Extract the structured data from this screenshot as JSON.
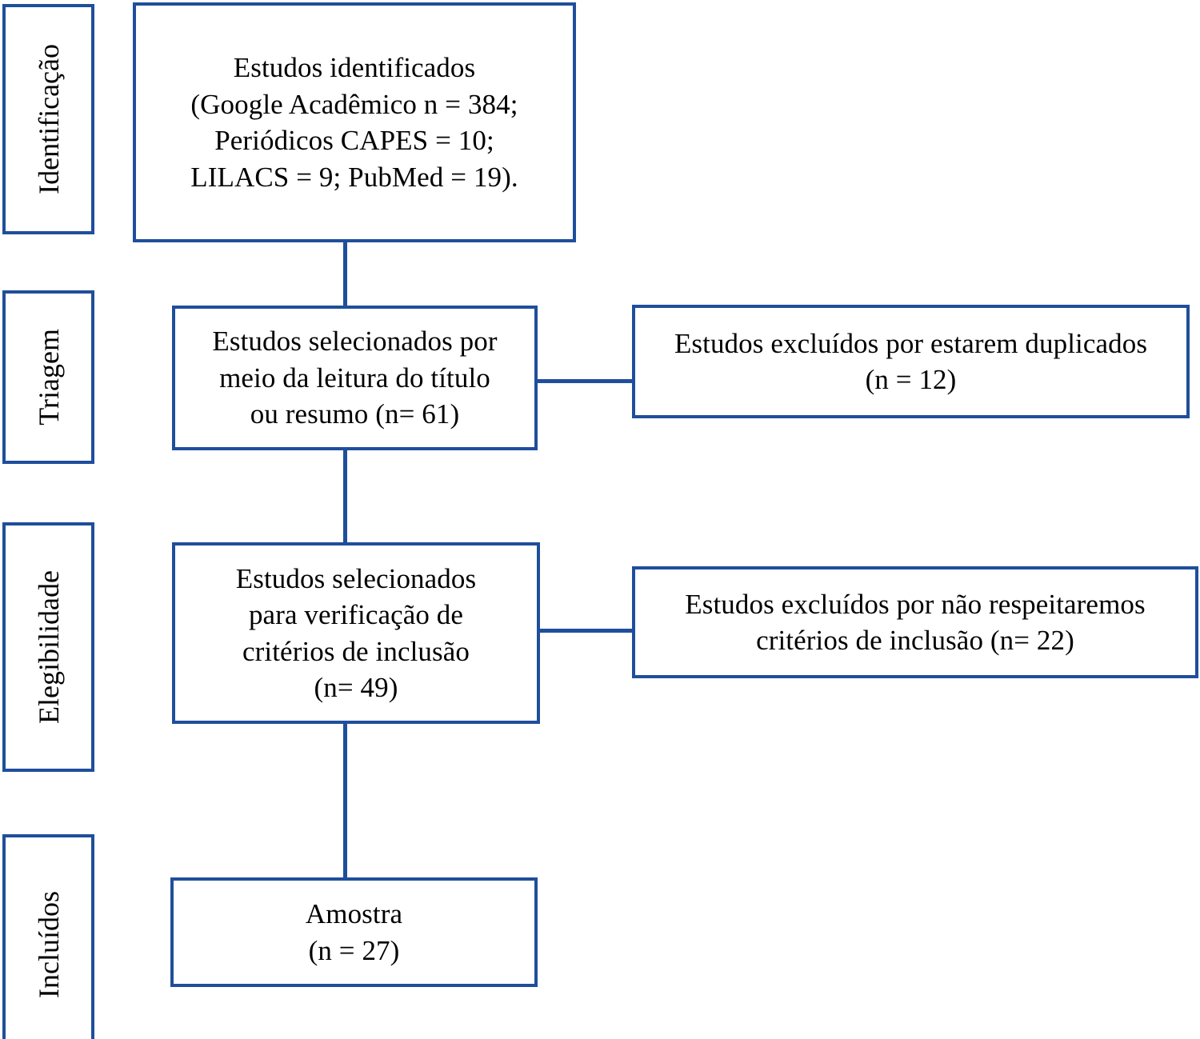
{
  "diagram": {
    "type": "prisma-flow-diagram",
    "language": "pt-BR",
    "accent_color": "#1F4E9C",
    "text_color": "#000000",
    "background_color": "#FFFFFF"
  },
  "stages": [
    {
      "id": "identificacao",
      "label": "Identificação"
    },
    {
      "id": "triagem",
      "label": "Triagem"
    },
    {
      "id": "elegibilidade",
      "label": "Elegibilidade"
    },
    {
      "id": "incluidos",
      "label": "Incluídos"
    }
  ],
  "boxes": {
    "identified": {
      "text": "Estudos identificados\n(Google  Acadêmico n = 384;\nPeriódicos CAPES = 10;\nLILACS = 9; PubMed = 19)."
    },
    "screened": {
      "text": "Estudos selecionados por\nmeio da leitura do título\nou resumo (n= 61)"
    },
    "duplicates_excluded": {
      "text": "Estudos excluídos por estarem duplicados\n(n = 12)"
    },
    "eligibility": {
      "text": "Estudos selecionados\npara verificação de\ncritérios de inclusão\n(n= 49)"
    },
    "criteria_excluded": {
      "text": "Estudos excluídos por não respeitaremos\ncritérios de inclusão (n= 22)"
    },
    "included_sample": {
      "text": "Amostra\n(n = 27)"
    }
  },
  "counts": {
    "google_academico": 384,
    "periodicos_capes": 10,
    "lilacs": 9,
    "pubmed": 19,
    "screened": 61,
    "duplicates_excluded": 12,
    "eligibility": 49,
    "criteria_excluded": 22,
    "included_sample": 27
  }
}
